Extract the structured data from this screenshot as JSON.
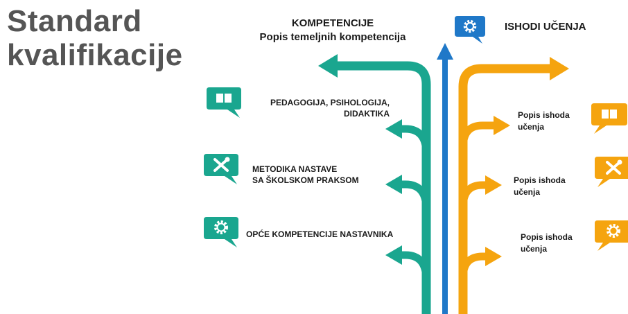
{
  "title": {
    "line1": "Standard",
    "line2": "kvalifikacije"
  },
  "competences_header": {
    "line1": "KOMPETENCIJE",
    "line2": "Popis temeljnih kompetencija"
  },
  "outcomes_header": {
    "label": "ISHODI UČENJA",
    "icon": "gear-icon"
  },
  "left_items": [
    {
      "line1": "PEDAGOGIJA, PSIHOLOGIJA,",
      "line2": "DIDAKTIKA",
      "icon": "book-icon"
    },
    {
      "line1": "METODIKA NASTAVE",
      "line2": "SA ŠKOLSKOM PRAKSOM",
      "icon": "tools-icon"
    },
    {
      "line1": "OPĆE KOMPETENCIJE NASTAVNIKA",
      "line2": "",
      "icon": "gear-icon"
    }
  ],
  "right_items": [
    {
      "line1": "Popis ishoda",
      "line2": "učenja",
      "icon": "book-icon"
    },
    {
      "line1": "Popis ishoda",
      "line2": "učenja",
      "icon": "tools-icon"
    },
    {
      "line1": "Popis ishoda",
      "line2": "učenja",
      "icon": "gear-icon"
    }
  ],
  "colors": {
    "teal": "#1aa68f",
    "blue": "#1f78c8",
    "orange": "#f5a40f",
    "title_gray": "#555555"
  }
}
